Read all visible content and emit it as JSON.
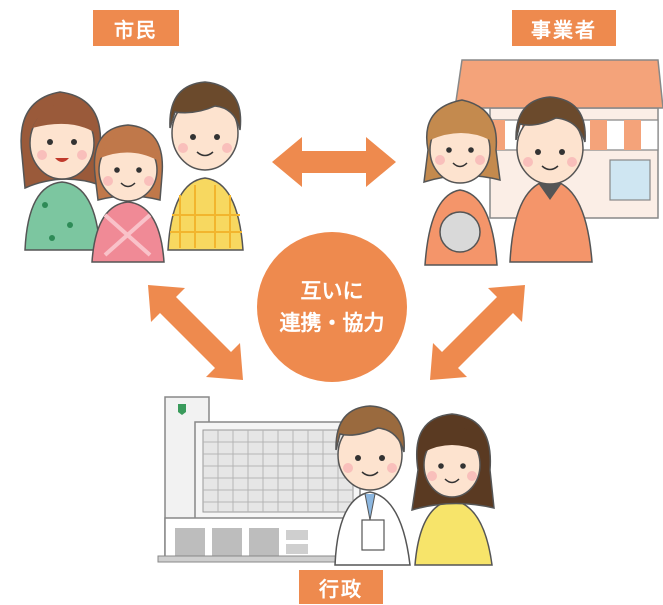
{
  "labels": {
    "citizens": "市民",
    "business": "事業者",
    "administration": "行政"
  },
  "center": {
    "line1": "互いに",
    "line2": "連携・協力"
  },
  "colors": {
    "accent": "#ee8a4e",
    "awning": "#f4a37a",
    "skin": "#fde3cf",
    "hair_brown": "#9a6a3e",
    "building": "#f2f2f2"
  }
}
